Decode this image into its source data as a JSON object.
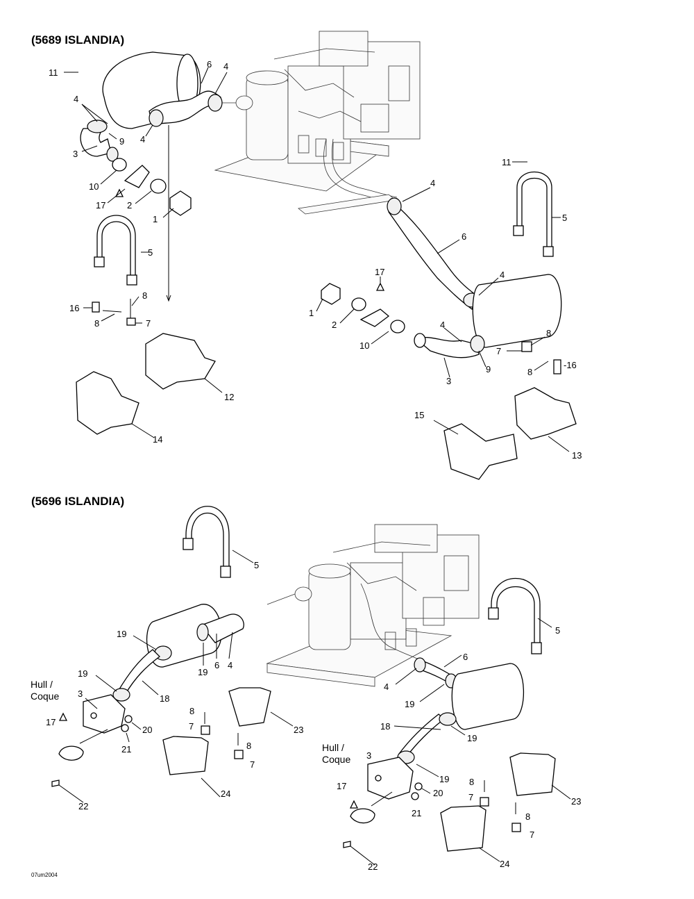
{
  "sections": [
    {
      "title": "(5689 ISLANDIA)"
    },
    {
      "title": "(5696 ISLANDIA)"
    }
  ],
  "callouts": {
    "s1": [
      "11",
      "6",
      "4",
      "4",
      "9",
      "4",
      "3",
      "10",
      "17",
      "2",
      "1",
      "5",
      "16",
      "8",
      "8",
      "7",
      "12",
      "14",
      "11",
      "4",
      "5",
      "6",
      "17",
      "4",
      "1",
      "2",
      "10",
      "4",
      "8",
      "7",
      "9",
      "3",
      "8",
      "-16",
      "15",
      "13"
    ],
    "s2": [
      "5",
      "19",
      "6",
      "4",
      "19",
      "19",
      "18",
      "3",
      "17",
      "20",
      "21",
      "8",
      "7",
      "8",
      "7",
      "23",
      "24",
      "22",
      "5",
      "6",
      "4",
      "19",
      "18",
      "19",
      "3",
      "19",
      "17",
      "20",
      "21",
      "8",
      "7",
      "8",
      "7",
      "23",
      "24",
      "22"
    ]
  },
  "hull_label": {
    "line1": "Hull /",
    "line2": "Coque"
  },
  "footer_code": "07um2004"
}
